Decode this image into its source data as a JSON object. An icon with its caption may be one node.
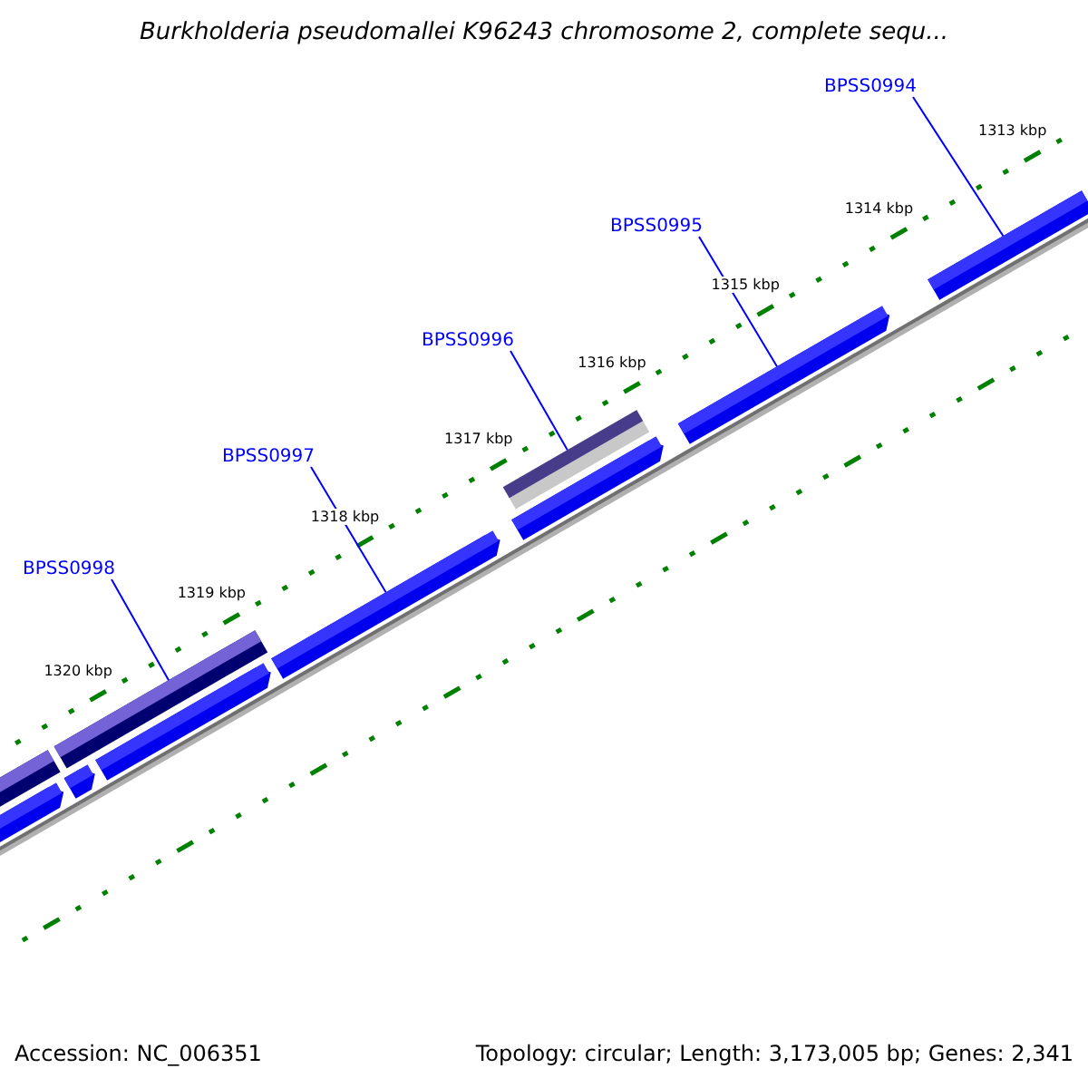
{
  "diagram": {
    "title": "Burkholderia pseudomallei K96243 chromosome 2, complete sequ...",
    "nodes": [
      {
        "text": [
          "BPSS0994"
        ]
      },
      {
        "text": [],
        "shape": "bar"
      },
      {
        "text": [
          "BPSS0995"
        ]
      },
      {
        "text": [],
        "shape": "bar"
      },
      {
        "text": [
          "BPSS0996"
        ]
      },
      {
        "text": [],
        "shape": "bar"
      },
      {
        "text": [
          "BPSS0997"
        ]
      },
      {
        "text": [],
        "shape": "bar"
      },
      {
        "text": [
          "BPSS0998"
        ]
      },
      {
        "text": [],
        "shape": "bar"
      }
    ],
    "edges": [
      {
        "from": 0,
        "to": 1,
        "arrow": "none"
      },
      {
        "from": 2,
        "to": 3,
        "arrow": "none"
      },
      {
        "from": 4,
        "to": 5,
        "arrow": "none"
      },
      {
        "from": 6,
        "to": 7,
        "arrow": "none"
      },
      {
        "from": 8,
        "to": 9,
        "arrow": "none"
      }
    ],
    "labels": [
      "1313 kbp",
      "1314 kbp",
      "1315 kbp",
      "1316 kbp",
      "1317 kbp",
      "1318 kbp",
      "1319 kbp",
      "1320 kbp",
      "Accession: NC_006351",
      "Topology: circular; Length: 3,173,005 bp; Genes: 2,341"
    ]
  }
}
